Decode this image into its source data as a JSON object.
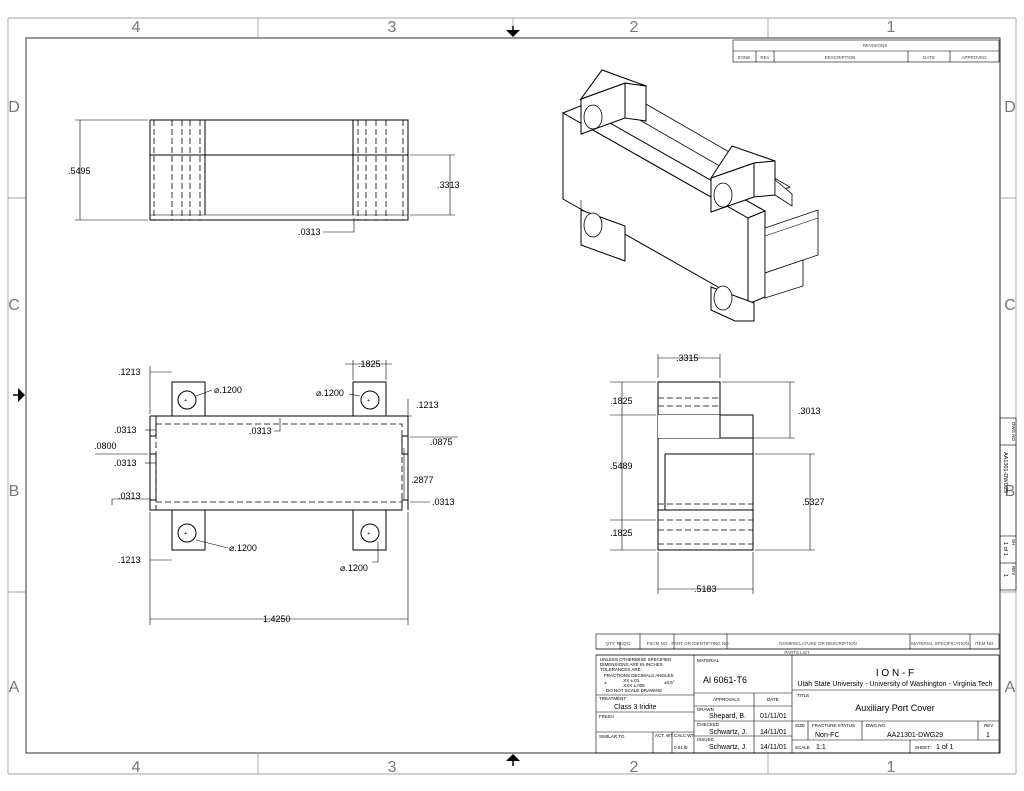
{
  "zones": {
    "columns": [
      "4",
      "3",
      "2",
      "1"
    ],
    "rows": [
      "D",
      "C",
      "B",
      "A"
    ]
  },
  "revisions": {
    "title": "REVISIONS",
    "columns": [
      "ZONE",
      "REV",
      "DESCRIPTION",
      "DATE",
      "APPROVED"
    ]
  },
  "dimensions": {
    "front_view": [
      ".5495",
      ".3313",
      ".0313"
    ],
    "top_view": [
      ".1213",
      ".1825",
      "⌀.1200",
      "⌀.1200",
      ".1213",
      ".0313",
      ".0313",
      ".0875",
      ".0800",
      ".0313",
      ".2877",
      ".0313",
      ".0313",
      ".1213",
      "⌀.1200",
      "⌀.1200",
      "1.4250"
    ],
    "side_view": [
      ".3315",
      ".1825",
      ".3013",
      ".5489",
      ".5327",
      ".1825",
      ".5183"
    ]
  },
  "parts_list": {
    "columns": [
      "QTY. REQ'D",
      "FSCM NO",
      "PART OR IDENTIFYING NO",
      "NOMENCLATURE OR DESCRIPTION",
      "MATERIAL SPECIFICATION",
      "ITEM NO"
    ],
    "caption": "PARTS LIST"
  },
  "title_block": {
    "tolerance_note_1": "UNLESS OTHERWISE SPECIFIED",
    "tolerance_note_2": "DIMENSIONS ARE IN INCHES",
    "tolerance_note_3": "TOLERANCES ARE:",
    "tolerance_note_4": "FRACTIONS   DECIMALS   ANGLES",
    "tolerance_plus": "±",
    "tol_xx": ".XX   ±.01",
    "tol_xxx": ".XXX ±.005",
    "tol_angle": "±0.5°",
    "tolerance_note_5": "DO NOT SCALE DRAWING",
    "material_label": "MATERIAL",
    "material": "Al 6061-T6",
    "treatment_label": "TREATMENT",
    "treatment": "Class 3 Iridite",
    "finish_label": "FINISH",
    "similar_to_label": "SIMILAR TO",
    "act_wt_label": "ACT. WT.",
    "calc_wt_label": "CALC WT",
    "calc_wt": "0.01 lb",
    "approvals_label": "APPROVALS",
    "date_label": "DATE",
    "drawn_label": "DRAWN",
    "drawn_by": "Shepard, B.",
    "drawn_date": "01/11/01",
    "checked_label": "CHECKED",
    "checked_by": "Schwartz, J.",
    "checked_date": "14/11/01",
    "issued_label": "ISSUED",
    "issued_by": "Schwartz, J.",
    "issued_date": "14/11/01",
    "org_name": "I O N - F",
    "org_subtitle": "Utah State University - University of Washington - Virginia Tech",
    "title_label": "TITLE",
    "title": "Auxiliary Port Cover",
    "size_label": "SIZE",
    "fracture_label": "FRACTURE STATUS",
    "fracture_status": "Non-FC",
    "dwg_no_label": "DWG NO.",
    "dwg_no": "AA21301-DWG29",
    "rev_label": "REV",
    "rev": "1",
    "scale_label": "SCALE",
    "scale": "1:1",
    "sheet_label": "SHEET",
    "sheet": "1 of 1"
  },
  "side_strip": {
    "dwg_no_label": "DWG NO",
    "dwg_no": "AA1301-DWG29",
    "sh_label": "SH",
    "sheet": "1 of 1",
    "rev_label": "REV",
    "rev": "1"
  }
}
